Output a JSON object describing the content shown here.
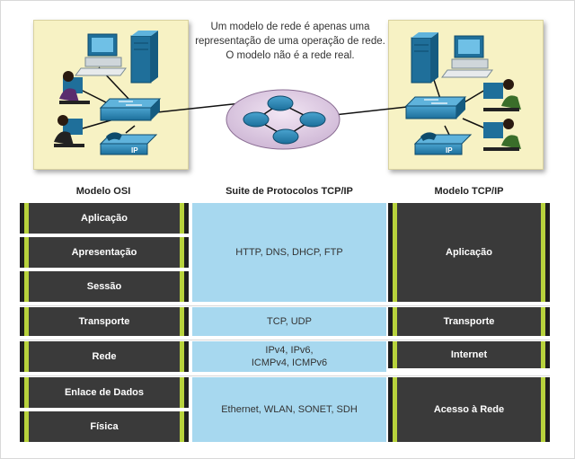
{
  "caption": "Um modelo de rede é apenas uma representação de uma operação de rede. O modelo não é a rede real.",
  "columns": {
    "osi": "Modelo OSI",
    "suite": "Suite de Protocolos TCP/IP",
    "tcpip": "Modelo TCP/IP"
  },
  "osi_layers": [
    "Aplicação",
    "Apresentação",
    "Sessão",
    "Transporte",
    "Rede",
    "Enlace de Dados",
    "Física"
  ],
  "protocols": {
    "app": "HTTP, DNS, DHCP, FTP",
    "transport": "TCP, UDP",
    "internet": "IPv4, IPv6,\nICMPv4, ICMPv6",
    "access": "Ethernet, WLAN, SONET, SDH"
  },
  "tcpip_layers": [
    "Aplicação",
    "Transporte",
    "Internet",
    "Acesso à Rede"
  ],
  "phone_label": "IP",
  "colors": {
    "layer": "#3a3a3a",
    "accent": "#b7d23c",
    "protocol_band": "#a7d8ef",
    "panel": "#f7f2c4",
    "device": "#1f6f9a"
  }
}
